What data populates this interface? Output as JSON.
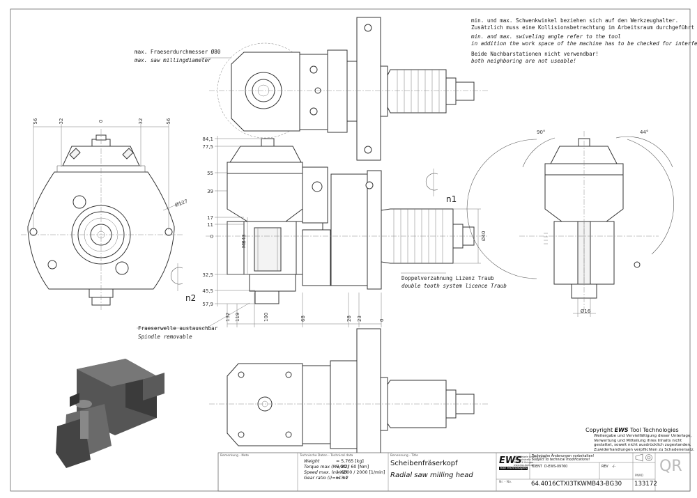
{
  "notes": {
    "swivel_de_1": "min. und max. Schwenkwinkel beziehen sich auf den Werkzeughalter.",
    "swivel_de_2": "Zusätzlich muss eine Kollisionsbetrachtung im Arbeitsraum durchgeführt werden!",
    "swivel_en_1": "min. and max. swiveling angle refer to the tool",
    "swivel_en_2": "in addition the work space of the machine has to be checked for interferences!",
    "neighbor_de": "Beide Nachbarstationen nicht verwendbar!",
    "neighbor_en": "both neighboring are not useable!",
    "cutter_de": "max. Fraeserdurchmesser Ø80",
    "cutter_en": "max. saw millingdiameter",
    "spindle_de": "Fraeserwelle austauschbar",
    "spindle_en": "Spindle removable",
    "serration_de": "Doppelverzahnung Lizenz Traub",
    "serration_en": "double tooth system licence Traub"
  },
  "dims": {
    "top_56l": "56",
    "top_32l": "32",
    "top_0": "0",
    "top_32r": "32",
    "top_56r": "56",
    "dia127": "Ø127",
    "n2": "n2",
    "n1": "n1",
    "v841": "84,1",
    "v775": "77,5",
    "v55": "55",
    "v39": "39",
    "v17": "17",
    "v11": "11",
    "v0": "0",
    "v325": "32,5",
    "v455": "45,5",
    "v579": "57,9",
    "mb43": "MB43",
    "h132": "132",
    "h119": "119",
    "h100": "100",
    "h68": "68",
    "h28": "28",
    "h23": "23",
    "h0": "0",
    "dia40": "Ø40",
    "ang90": "90°",
    "ang44": "44°",
    "dia16": "Ø16"
  },
  "copyright": {
    "title_prefix": "Copyright ",
    "title_brand": "EWS",
    "title_suffix": " Tool Technologies",
    "lines": [
      "Weitergabe und Vervielfältigung dieser Unterlage,",
      "Verwertung und Mitteilung ihres Inhalts nicht",
      "gestattet, soweit nicht ausdrücklich zugestanden.",
      "Zuwiderhandlungen verpflichten zu Schadenersatz."
    ]
  },
  "titleblock": {
    "remarks_label": "Bemerkung - Note",
    "tech_label": "Technische Daten - Technical data",
    "weight_label": "Weight",
    "weight_value": "= 5.765 [kg]",
    "torque_label": "Torque max (M1/M2)",
    "torque_value": "= 20 / 60 [Nm]",
    "speed_label": "Speed max. (n1/n2)",
    "speed_value": "= 6000 / 2000 [1/min]",
    "gear_label": "Gear ratio (i)=n1:n2",
    "gear_value": "= 3:1",
    "desig_label": "Benennung - Title",
    "title_de": "Scheibenfräserkopf",
    "title_en": "Radial saw milling head",
    "logo": "EWS",
    "logo_sub": "Tool Technologies",
    "company_lines": [
      "EWS Weigele GmbH & Co. KG",
      "Maybachstraße 1",
      "D-73116 Uhingen",
      "www.ews-tools.de"
    ],
    "changes_de": "Technische Änderungen vorbehalten!",
    "changes_en": "Subject to technical modifications!",
    "ident_label": "IDENT",
    "ident_value": "D-EWS-09760",
    "rev_label": "REV",
    "rev_value": "-/-",
    "nr_label": "Nr. - No.",
    "part_no": "64.4016CTXI3TKWMB43-BG30",
    "drawing_label": "PNMD",
    "drawing_no": "133172",
    "qr": "QR"
  }
}
